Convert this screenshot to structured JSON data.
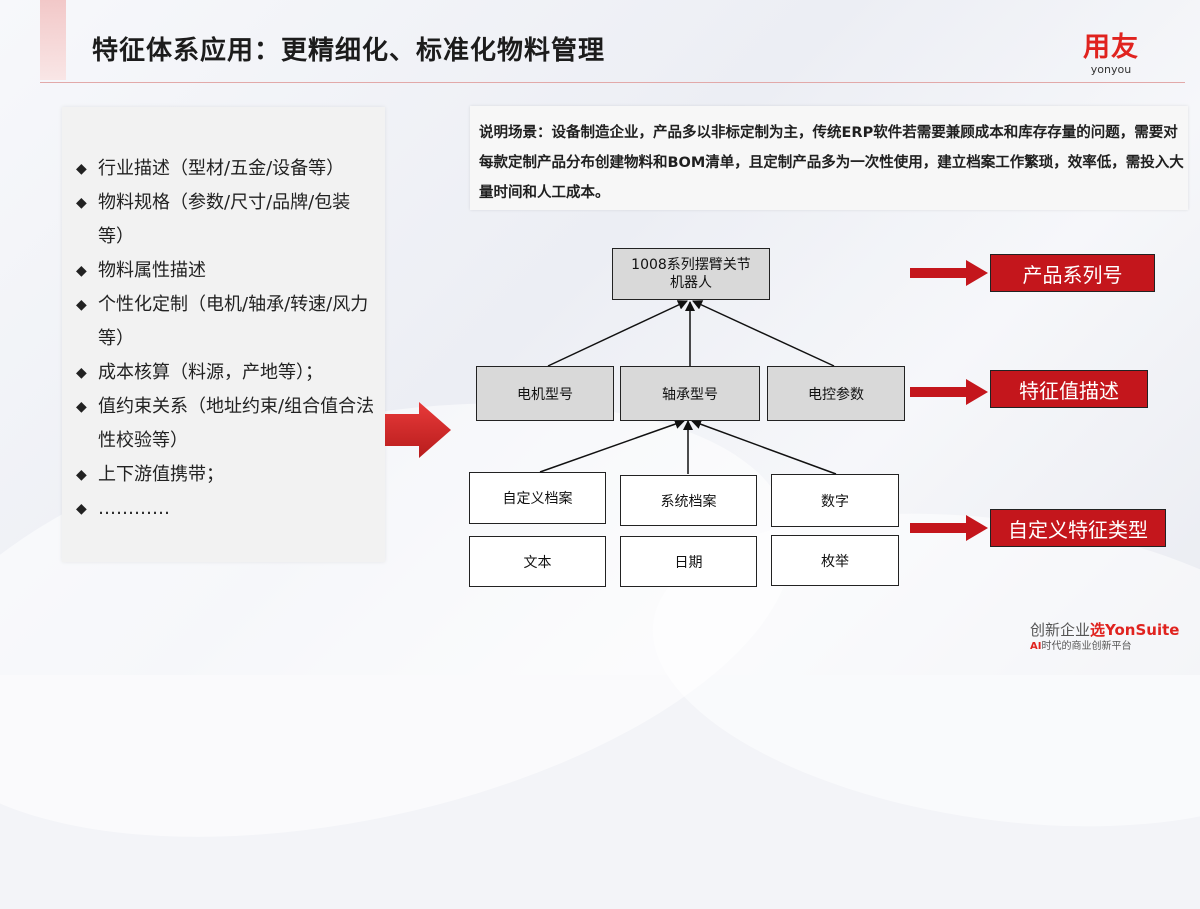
{
  "title": "特征体系应用：更精细化、标准化物料管理",
  "logo": {
    "cn": "用友",
    "en": "yonyou"
  },
  "bullets": [
    "行业描述（型材/五金/设备等）",
    "物料规格（参数/尺寸/品牌/包装等）",
    "物料属性描述",
    "个性化定制（电机/轴承/转速/风力等）",
    "成本核算（料源，产地等）；",
    "值约束关系（地址约束/组合值合法性校验等）",
    "上下游值携带；",
    "…………"
  ],
  "bullet_icon": "diamond-bullet-icon",
  "description": "说明场景：设备制造企业，产品多以非标定制为主，传统ERP软件若需要兼顾成本和库存存量的问题，需要对每款定制产品分布创建物料和BOM清单，且定制产品多为一次性使用，建立档案工作繁琐，效率低，需投入大量时间和人工成本。",
  "diagram": {
    "root": "1008系列摆臂关节机器人",
    "level2": [
      "电机型号",
      "轴承型号",
      "电控参数"
    ],
    "level3": [
      "自定义档案",
      "系统档案",
      "数字",
      "文本",
      "日期",
      "枚举"
    ]
  },
  "labels": [
    "产品系列号",
    "特征值描述",
    "自定义特征类型"
  ],
  "footer": {
    "slogan_prefix": "创新企业",
    "slogan_highlight": "选YonSuite",
    "sub_ai": "AI",
    "sub_text": "时代的商业创新平台"
  },
  "colors": {
    "accent": "#c4161c",
    "brand": "#e0231f",
    "node_gray": "#d9d9d9"
  }
}
